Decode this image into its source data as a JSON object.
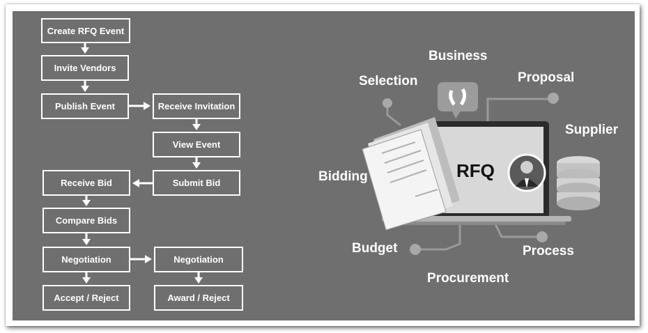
{
  "flowchart": {
    "create_rfq_event": "Create RFQ Event",
    "invite_vendors": "Invite Vendors",
    "publish_event": "Publish Event",
    "receive_invitation": "Receive Invitation",
    "view_event": "View Event",
    "submit_bid": "Submit Bid",
    "receive_bid": "Receive Bid",
    "compare_bids": "Compare Bids",
    "negotiation_buyer": "Negotiation",
    "negotiation_vendor": "Negotiation",
    "accept_reject": "Accept / Reject",
    "award_reject": "Award / Reject"
  },
  "illustration": {
    "center_title": "RFQ",
    "labels": {
      "business": "Business",
      "selection": "Selection",
      "proposal": "Proposal",
      "supplier": "Supplier",
      "bidding": "Bidding",
      "budget": "Budget",
      "process": "Process",
      "procurement": "Procurement"
    },
    "icons": [
      "chat-bubble-icon",
      "documents-icon",
      "laptop-icon",
      "person-avatar-icon",
      "database-icon"
    ]
  },
  "colors": {
    "panel_background": "#6f6f6f",
    "frame": "#ffffff",
    "box_border": "#ffffff",
    "text": "#ffffff"
  }
}
